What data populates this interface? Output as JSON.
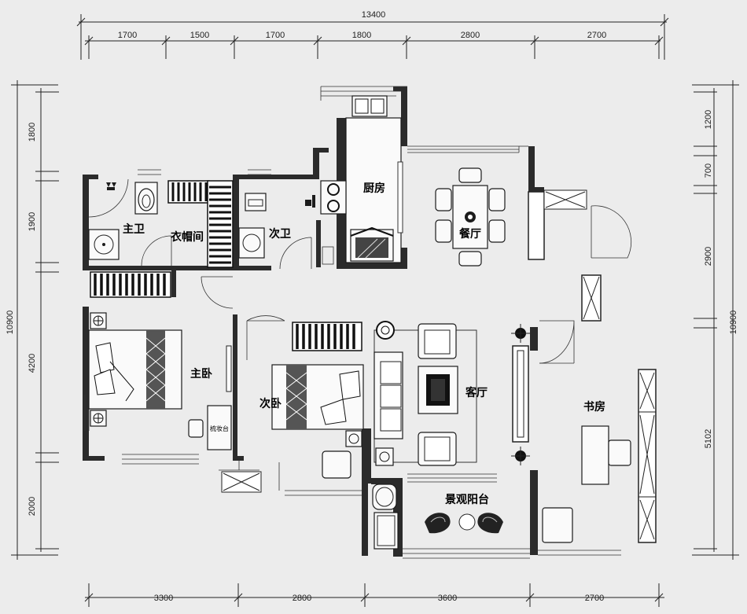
{
  "dimensions": {
    "top_total": "13400",
    "top_segments": [
      "1700",
      "1500",
      "1700",
      "1800",
      "2800",
      "2700"
    ],
    "bottom_segments": [
      "3300",
      "2800",
      "3600",
      "2700"
    ],
    "left_total": "10900",
    "left_segments": [
      "1800",
      "1900",
      "4200",
      "2000"
    ],
    "right_total": "10900",
    "right_segments": [
      "1200",
      "700",
      "2900",
      "5102"
    ]
  },
  "rooms": {
    "kitchen": "厨房",
    "dining": "餐厅",
    "master_bath": "主卫",
    "wardrobe": "衣帽间",
    "second_bath": "次卫",
    "master_bedroom": "主卧",
    "second_bedroom": "次卧",
    "living_room": "客厅",
    "study": "书房",
    "balcony": "景观阳台",
    "dresser": "梳妆台"
  }
}
